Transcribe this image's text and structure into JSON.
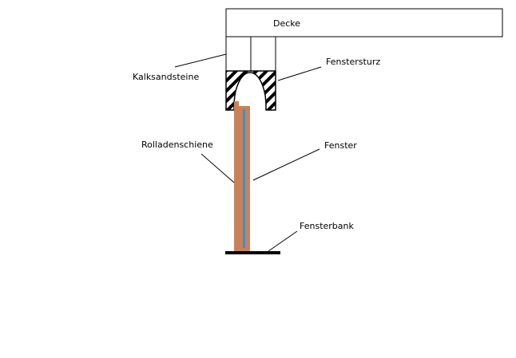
{
  "labels": {
    "decke": "Decke",
    "kalksandsteine": "Kalksandsteine",
    "fenstersturz": "Fenstersturz",
    "rolladenschiene": "Rolladenschiene",
    "fenster": "Fenster",
    "fensterbank": "Fensterbank"
  },
  "colors": {
    "outline": "#000000",
    "rail": "#c8825a",
    "glass": "#3a8fd6",
    "sill": "#000000",
    "background": "#ffffff"
  }
}
